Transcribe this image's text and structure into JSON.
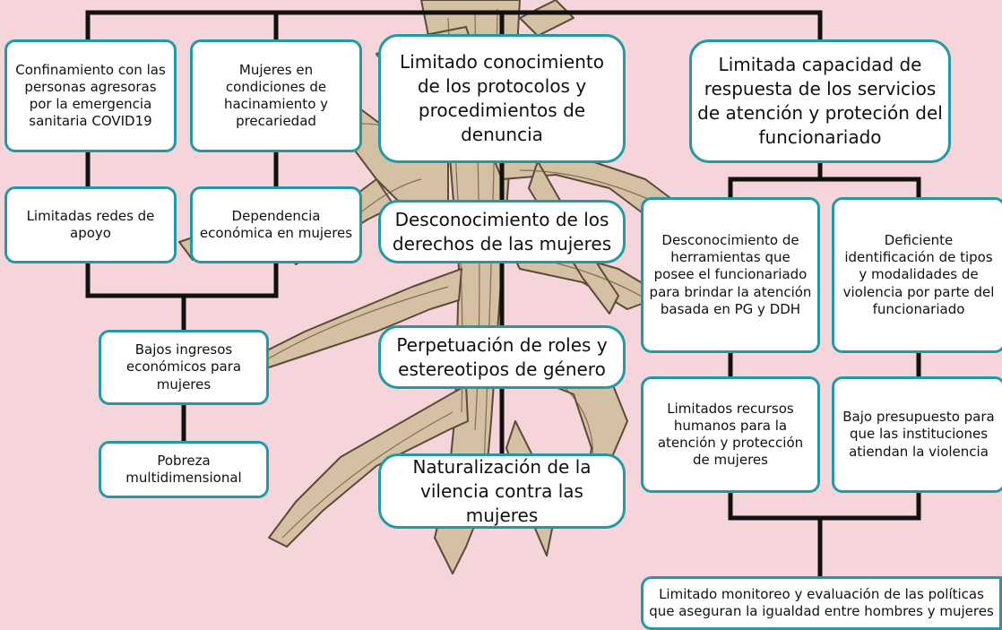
{
  "colors": {
    "background": "#f5d5da",
    "box_border": "#1f9aa6",
    "box_fill": "#ffffff",
    "connector": "#111111",
    "roots_fill": "#d4c0a2",
    "roots_stroke": "#5a4a3a"
  },
  "nodes": {
    "confinamiento": "Confinamiento con las personas agresoras por la emergencia sanitaria COVID19",
    "hacinamiento": "Mujeres en condiciones de hacinamiento y precariedad",
    "limitado_conocimiento": "Limitado conocimiento de los protocolos y procedimientos de denuncia",
    "limitada_capacidad": "Limitada capacidad de respuesta de los servicios de atención y proteción del funcionariado",
    "redes_apoyo": "Limitadas redes de apoyo",
    "dependencia": "Dependencia económica en mujeres",
    "desconocimiento_derechos": "Desconocimiento de los derechos de las mujeres",
    "desconocimiento_herramientas": "Desconocimiento de herramientas que posee el funcionariado para brindar la atención basada en PG y DDH",
    "deficiente_identificacion": "Deficiente identificación de tipos y modalidades de violencia por parte del funcionariado",
    "bajos_ingresos": "Bajos ingresos económicos para mujeres",
    "perpetuacion": "Perpetuación de roles y estereotipos de género",
    "recursos_humanos": "Limitados recursos humanos para la atención y protección de mujeres",
    "bajo_presupuesto": "Bajo presupuesto para que las instituciones atiendan la violencia",
    "pobreza": "Pobreza multidimensional",
    "naturalizacion": "Naturalización de la vilencia contra las mujeres",
    "monitoreo": "Limitado monitoreo y evaluación de las políticas que aseguran la igualdad entre hombres y mujeres"
  }
}
